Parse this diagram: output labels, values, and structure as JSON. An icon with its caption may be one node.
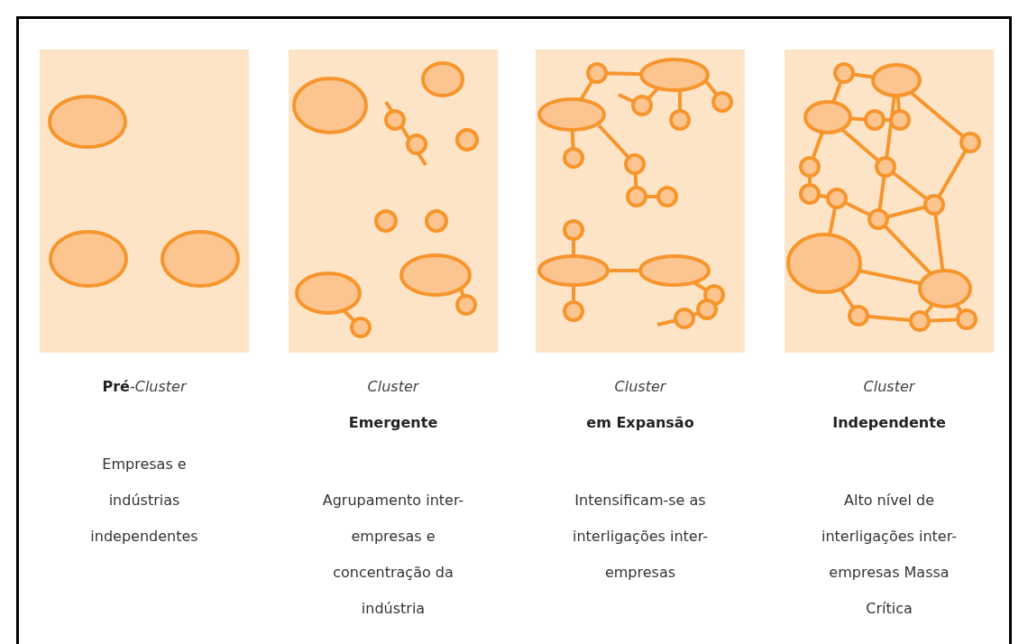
{
  "diagram": {
    "nodes": [
      {
        "text": [
          "**Pré**-*Cluster*",
          "Empresas e indústrias independentes"
        ]
      },
      {
        "text": [
          "*Cluster* **Emergente**",
          "Agrupamento inter-empresas e concentração da indústria"
        ]
      },
      {
        "text": [
          "*Cluster* **em Expansão**",
          "Intensificam-se as interligações inter-empresas"
        ]
      },
      {
        "text": [
          "*Cluster* **Independente**",
          "Alto nível de interligações inter-empresas Massa Crítica"
        ]
      }
    ],
    "edges": []
  }
}
